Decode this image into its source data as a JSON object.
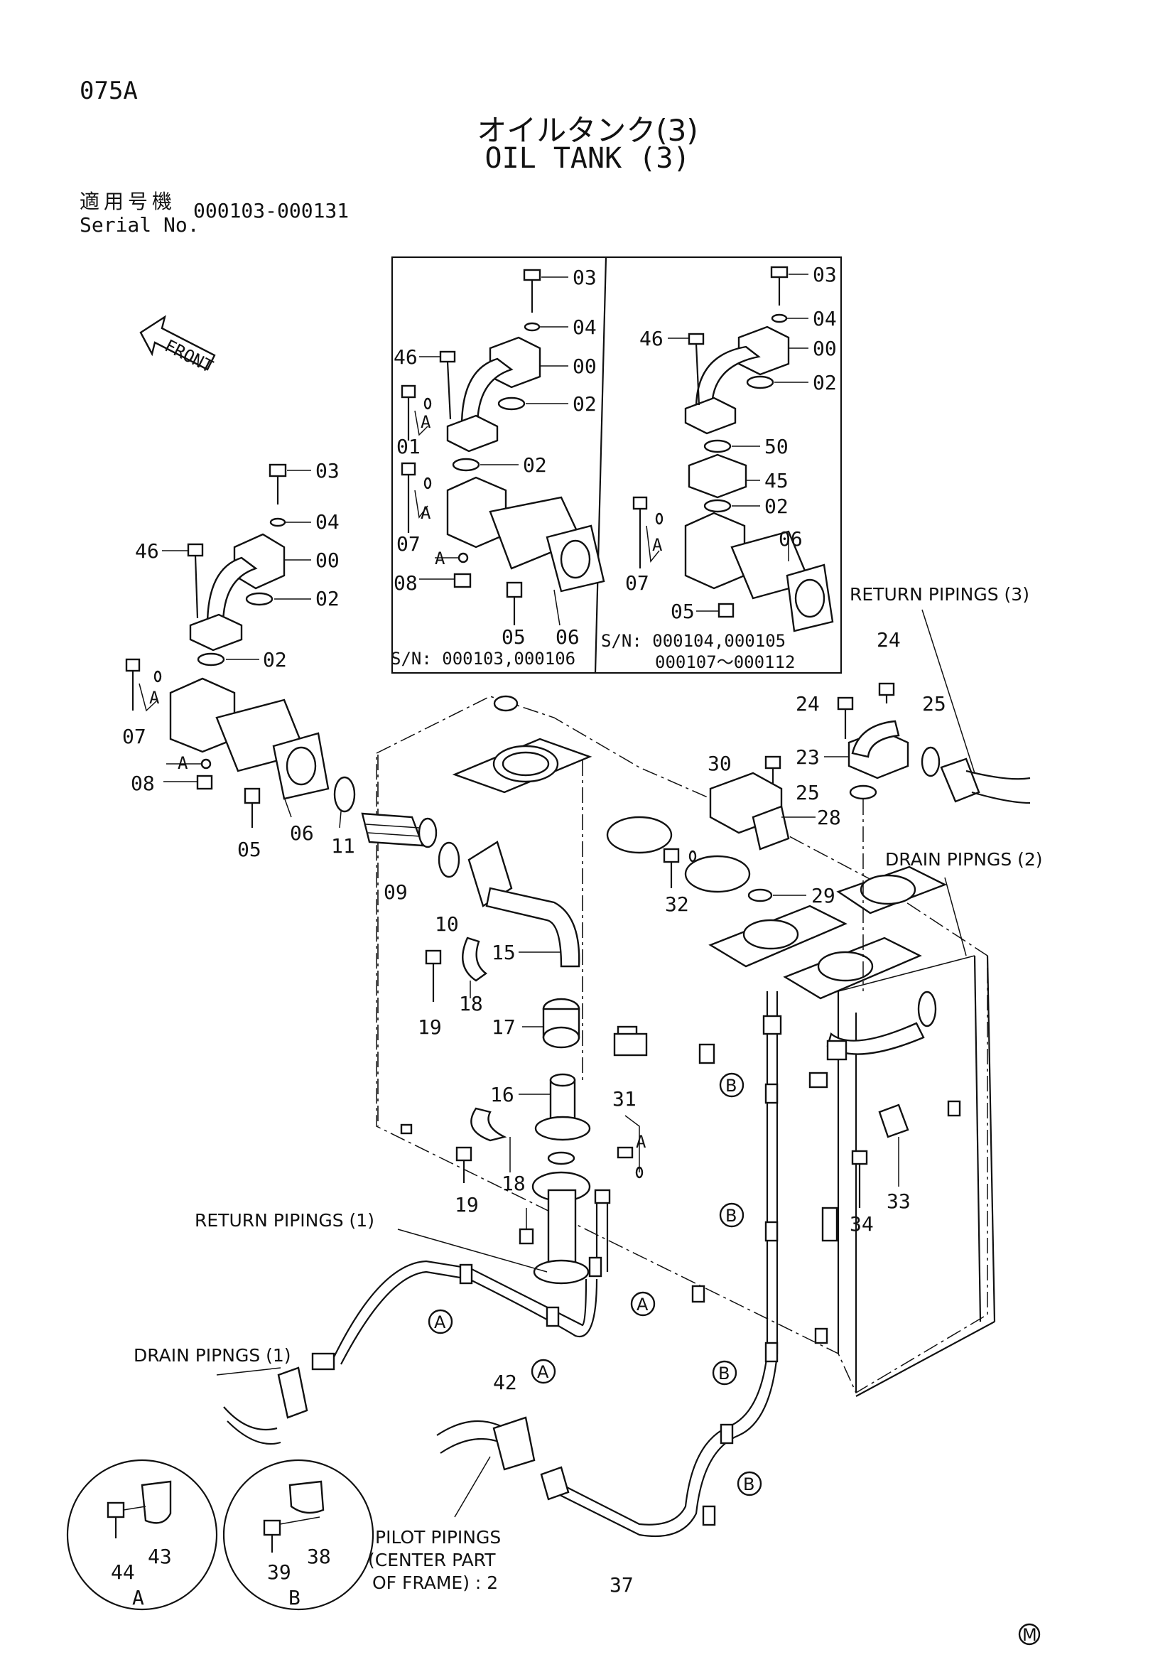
{
  "header": {
    "page_code": "075A",
    "title_jp": "オイルタンク(3)",
    "title_en": "OIL TANK (3)",
    "serial_label_jp": "適用号機",
    "serial_label_en": "Serial No.",
    "serial_value": "000103-000131"
  },
  "front_arrow": {
    "label": "FRONT"
  },
  "insets": [
    {
      "sn_label": "S/N: 000103,000106"
    },
    {
      "sn_label_1": "S/N: 000104,000105",
      "sn_label_2": "000107～000112"
    }
  ],
  "notes": {
    "return_pipings_3": "RETURN PIPINGS (3)",
    "drain_pipings_2": "DRAIN PIPNGS (2)",
    "return_pipings_1": "RETURN PIPINGS (1)",
    "drain_pipings_1": "DRAIN PIPNGS (1)",
    "pilot_line1": "PILOT PIPINGS",
    "pilot_line2": "(CENTER PART",
    "pilot_line3": "OF FRAME) : 2"
  },
  "detail_views": [
    {
      "letter": "A",
      "parts": [
        "44",
        "43"
      ]
    },
    {
      "letter": "B",
      "parts": [
        "39",
        "38"
      ]
    }
  ],
  "markers": {
    "a": "A",
    "b": "B"
  },
  "footer_mark": "M",
  "labels": {
    "inset1": [
      "03",
      "04",
      "00",
      "02",
      "46",
      "01",
      "02",
      "07",
      "08",
      "05",
      "06",
      "A",
      "A"
    ],
    "inset2": [
      "03",
      "04",
      "46",
      "00",
      "02",
      "50",
      "45",
      "02",
      "06",
      "07",
      "05",
      "A"
    ],
    "main": [
      "03",
      "04",
      "46",
      "00",
      "02",
      "02",
      "07",
      "08",
      "05",
      "06",
      "11",
      "09",
      "10",
      "15",
      "19",
      "18",
      "17",
      "16",
      "19",
      "18",
      "31",
      "30",
      "28",
      "25",
      "24",
      "24",
      "25",
      "23",
      "32",
      "29",
      "33",
      "34",
      "42",
      "37",
      "A",
      "A",
      "A"
    ]
  }
}
